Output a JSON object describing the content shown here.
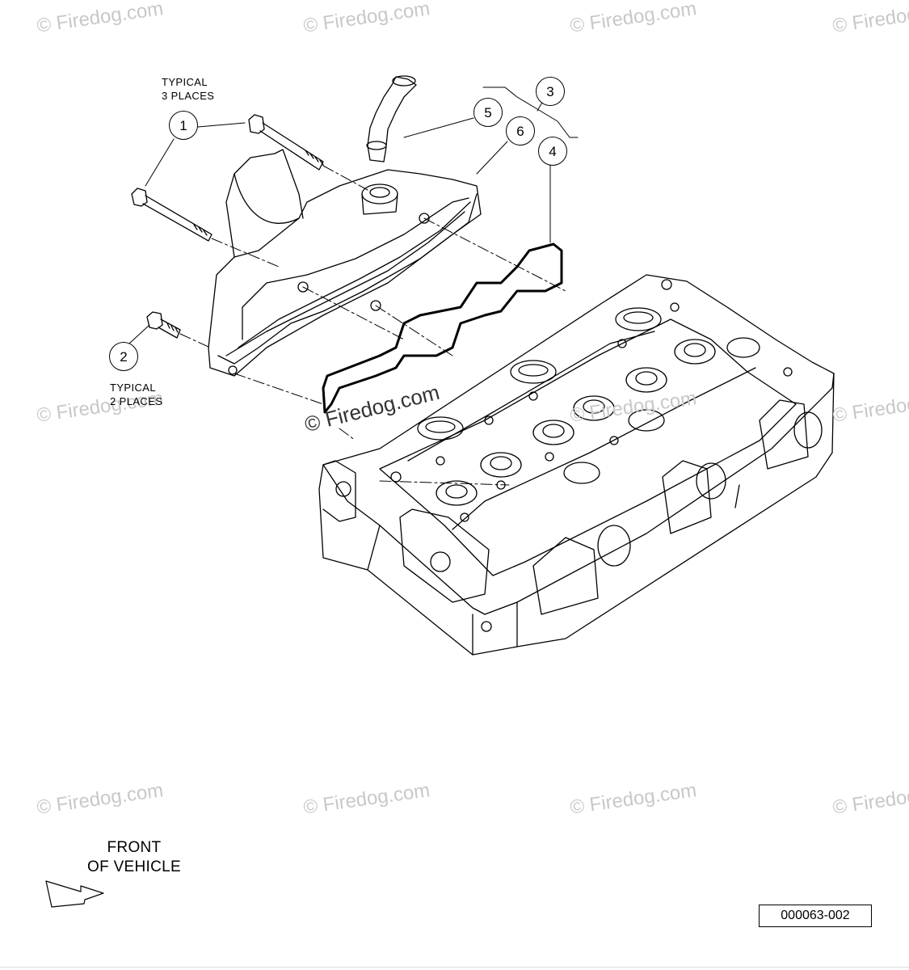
{
  "callouts": [
    "1",
    "2",
    "3",
    "4",
    "5",
    "6"
  ],
  "notes": {
    "typical3_line1": "TYPICAL",
    "typical3_line2": "3 PLACES",
    "typical2_line1": "TYPICAL",
    "typical2_line2": "2 PLACES"
  },
  "front": {
    "line1": "FRONT",
    "line2": "OF VEHICLE"
  },
  "diagram_code": "000063-002",
  "watermark": "© Firedog.com"
}
